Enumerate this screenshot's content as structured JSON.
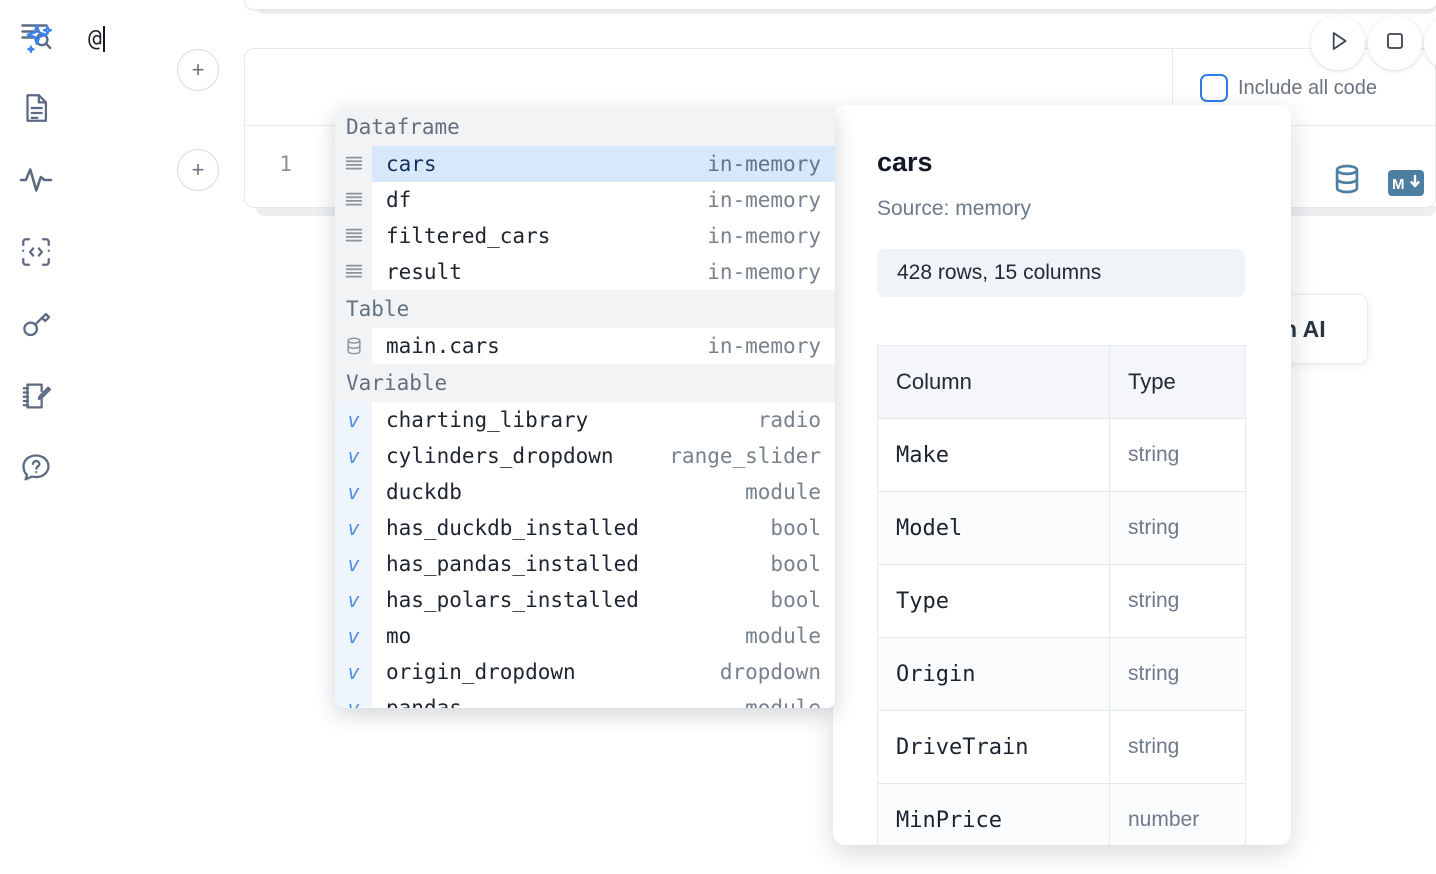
{
  "app": {
    "sidebar": {
      "items": [
        {
          "name": "explore-search-icon",
          "label": "Explore"
        },
        {
          "name": "document-icon",
          "label": "Notebook"
        },
        {
          "name": "activity-pulse-icon",
          "label": "Activity"
        },
        {
          "name": "code-brackets-icon",
          "label": "Snippets"
        },
        {
          "name": "key-icon",
          "label": "Secrets"
        },
        {
          "name": "notebook-edit-icon",
          "label": "Scratchpad"
        },
        {
          "name": "help-chat-icon",
          "label": "Help"
        }
      ]
    },
    "toolbar": {
      "run_label": "Run",
      "stop_label": "Interrupt",
      "add_cell_label": "+"
    },
    "ai_cell": {
      "sparkle_icon": "ai-sparkle-icon",
      "input_value": "@",
      "include_all_code_label": "Include all code",
      "include_all_code_checked": false
    },
    "code_cell": {
      "line_number": "1",
      "icons": [
        {
          "name": "database-icon",
          "label": "SQL"
        },
        {
          "name": "markdown-icon",
          "label": "M↓"
        }
      ]
    },
    "ghost_card": {
      "text": "h AI"
    }
  },
  "autocomplete": {
    "sections": [
      {
        "title": "Dataframe",
        "icon": "dataframe-icon",
        "items": [
          {
            "name": "cars",
            "meta": "in-memory",
            "selected": true
          },
          {
            "name": "df",
            "meta": "in-memory",
            "selected": false
          },
          {
            "name": "filtered_cars",
            "meta": "in-memory",
            "selected": false
          },
          {
            "name": "result",
            "meta": "in-memory",
            "selected": false
          }
        ]
      },
      {
        "title": "Table",
        "icon": "database-icon",
        "items": [
          {
            "name": "main.cars",
            "meta": "in-memory",
            "selected": false
          }
        ]
      },
      {
        "title": "Variable",
        "icon": "variable-icon",
        "items": [
          {
            "name": "charting_library",
            "meta": "radio",
            "selected": false
          },
          {
            "name": "cylinders_dropdown",
            "meta": "range_slider",
            "selected": false
          },
          {
            "name": "duckdb",
            "meta": "module",
            "selected": false
          },
          {
            "name": "has_duckdb_installed",
            "meta": "bool",
            "selected": false
          },
          {
            "name": "has_pandas_installed",
            "meta": "bool",
            "selected": false
          },
          {
            "name": "has_polars_installed",
            "meta": "bool",
            "selected": false
          },
          {
            "name": "mo",
            "meta": "module",
            "selected": false
          },
          {
            "name": "origin_dropdown",
            "meta": "dropdown",
            "selected": false
          },
          {
            "name": "pandas",
            "meta": "module",
            "selected": false
          }
        ]
      }
    ]
  },
  "details": {
    "title": "cars",
    "source": "Source: memory",
    "shape": "428 rows, 15 columns",
    "table": {
      "headers": [
        "Column",
        "Type"
      ],
      "rows": [
        {
          "column": "Make",
          "type": "string"
        },
        {
          "column": "Model",
          "type": "string"
        },
        {
          "column": "Type",
          "type": "string"
        },
        {
          "column": "Origin",
          "type": "string"
        },
        {
          "column": "DriveTrain",
          "type": "string"
        },
        {
          "column": "MinPrice",
          "type": "number"
        }
      ]
    }
  }
}
